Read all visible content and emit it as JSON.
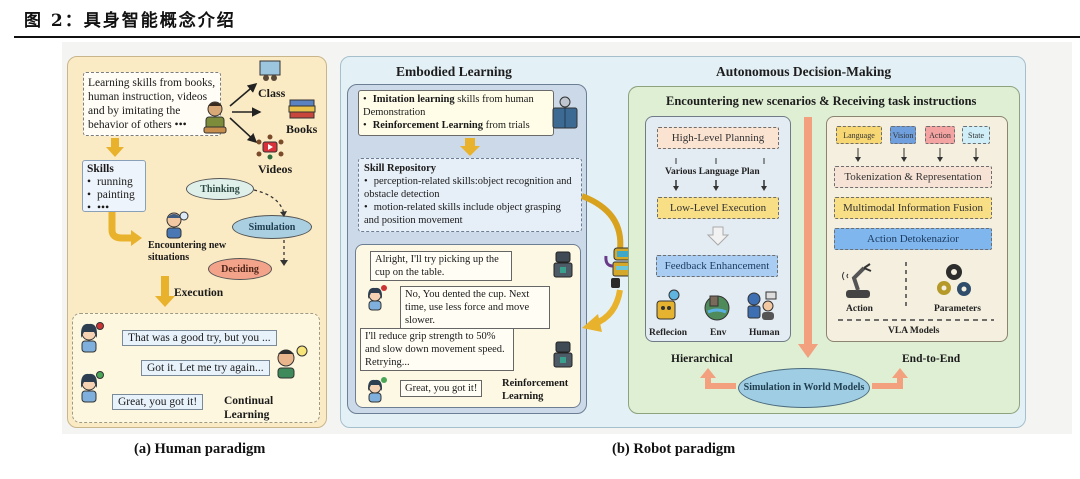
{
  "figure": {
    "title": "图 2：具身智能概念介绍",
    "caption_human": "(a) Human paradigm",
    "caption_robot": "(b) Robot paradigm"
  },
  "human_paradigm": {
    "learning_text": "Learning skills from books, human instruction, videos and by imitating the behavior of others •••",
    "sources": [
      "Class",
      "Books",
      "Videos"
    ],
    "skills_title": "Skills",
    "skills": [
      "running",
      "painting",
      "•••"
    ],
    "thinking": "Thinking",
    "simulation": "Simulation",
    "deciding": "Deciding",
    "encountering": "Encountering new situations",
    "execution": "Execution",
    "dialogue": [
      "That was a good try, but you ...",
      "Got it.  Let me try again...",
      "Great, you got it!"
    ],
    "continual_learning": "Continual Learning"
  },
  "robot_paradigm": {
    "embodied_learning": {
      "title": "Embodied Learning",
      "methods": [
        {
          "bold": "Imitation learning",
          "rest": " skills from human Demonstration"
        },
        {
          "bold": "Reinforcement Learning",
          "rest": " from trials"
        }
      ],
      "skill_repository_title": "Skill Repository",
      "skill_repository": [
        "perception-related skills:object recognition and obstacle detection",
        "motion-related skills include object grasping and position movement"
      ],
      "dialogue": [
        "Alright, I'll try picking up the cup on the table.",
        "No, You dented the cup. Next time, use less force and move slower.",
        "I'll reduce grip strength to 50% and slow down movement speed. Retrying...",
        "Great, you got it!"
      ],
      "rl_label": "Reinforcement Learning"
    },
    "autonomous_decision": {
      "title": "Autonomous Decision-Making",
      "subtitle": "Encountering new scenarios & Receiving task instructions",
      "hierarchical": {
        "high_level": "High-Level Planning",
        "plan_label": "Various Language Plan",
        "low_level": "Low-Level Execution",
        "feedback": "Feedback Enhancement",
        "feedback_sources": [
          "Reflecion",
          "Env",
          "Human"
        ],
        "label": "Hierarchical"
      },
      "end_to_end": {
        "inputs": [
          "Language",
          "Vision",
          "Action",
          "State"
        ],
        "input_colors": [
          "#f7d774",
          "#6f9fdc",
          "#f4a3a3",
          "#cfeef8"
        ],
        "tokenization": "Tokenization & Representation",
        "fusion": "Multimodal Information Fusion",
        "detokenizer": "Action Detokenazior",
        "outputs": [
          "Action",
          "Parameters"
        ],
        "models_label": "VLA Models",
        "label": "End-to-End"
      },
      "world_model": "Simulation in World Models"
    }
  }
}
